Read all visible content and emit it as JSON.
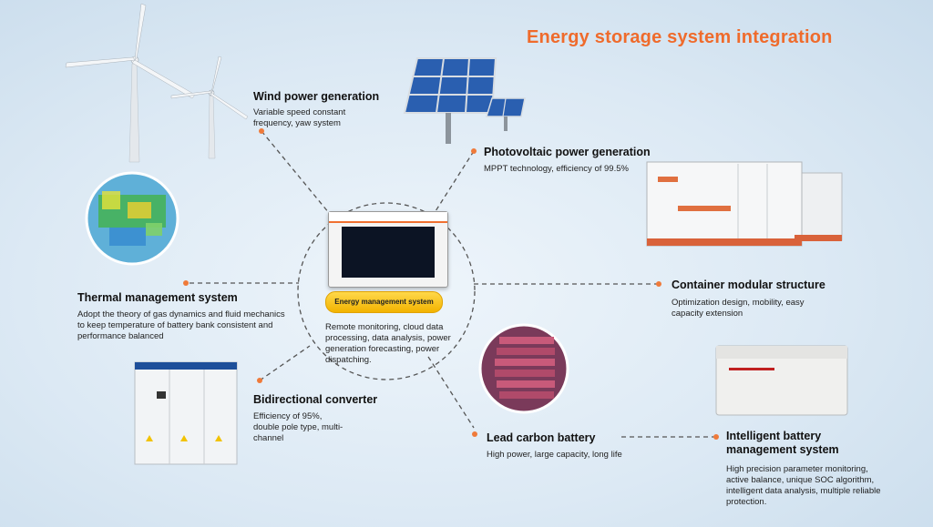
{
  "title": "Energy storage system integration",
  "hub": {
    "label": "Energy management system",
    "description": "Remote monitoring, cloud data processing, data analysis, power generation forecasting, power dispatching."
  },
  "nodes": {
    "wind": {
      "heading": "Wind power generation",
      "desc": "Variable speed constant frequency, yaw system"
    },
    "pv": {
      "heading": "Photovoltaic power generation",
      "desc": "MPPT technology, efficiency of 99.5%"
    },
    "thermal": {
      "heading": "Thermal management system",
      "desc": "Adopt the theory of gas dynamics and fluid mechanics to keep temperature of battery bank consistent and performance balanced"
    },
    "container": {
      "heading": "Container modular structure",
      "desc": "Optimization design, mobility, easy capacity extension"
    },
    "converter": {
      "heading": "Bidirectional converter",
      "desc": "Efficiency of 95%, double pole type, multi-channel"
    },
    "lead": {
      "heading": "Lead carbon battery",
      "desc": "High power, large capacity, long life"
    },
    "bms": {
      "heading": "Intelligent battery management system",
      "desc": "High precision parameter monitoring, active balance, unique SOC algorithm, intelligent data analysis, multiple reliable protection."
    }
  },
  "colors": {
    "accent": "#ef6b2c",
    "dash": "#555555",
    "hub_label": "#f5c21a"
  }
}
